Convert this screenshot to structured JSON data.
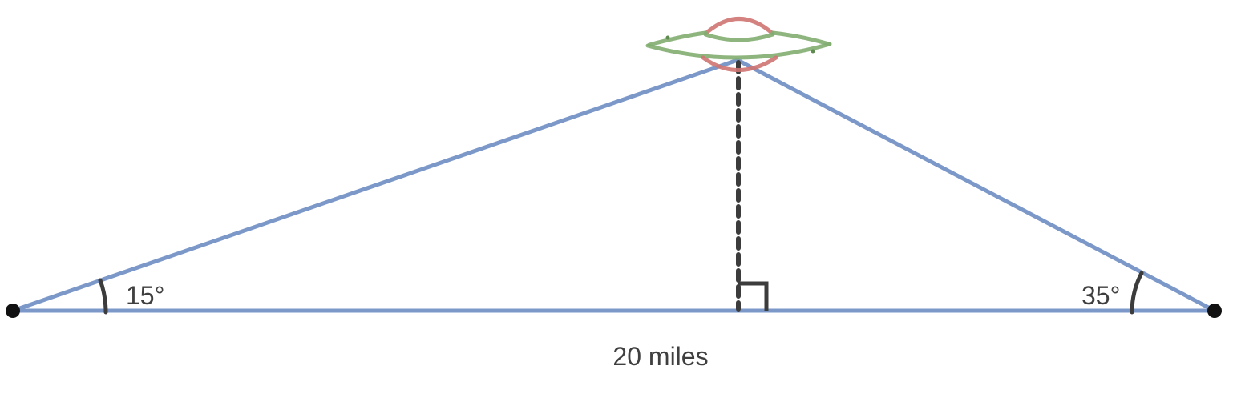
{
  "diagram": {
    "base_label": "20 miles",
    "left_angle_label": "15°",
    "right_angle_label": "35°"
  },
  "colors": {
    "triangle_line": "#7b98c9",
    "marker_dark": "#3c3c3c",
    "point": "#111111",
    "ufo_body": "#82ad70",
    "ufo_dome": "#cf7472"
  },
  "icons": {
    "ufo": "flying-saucer-icon",
    "right_angle": "right-angle-marker"
  }
}
